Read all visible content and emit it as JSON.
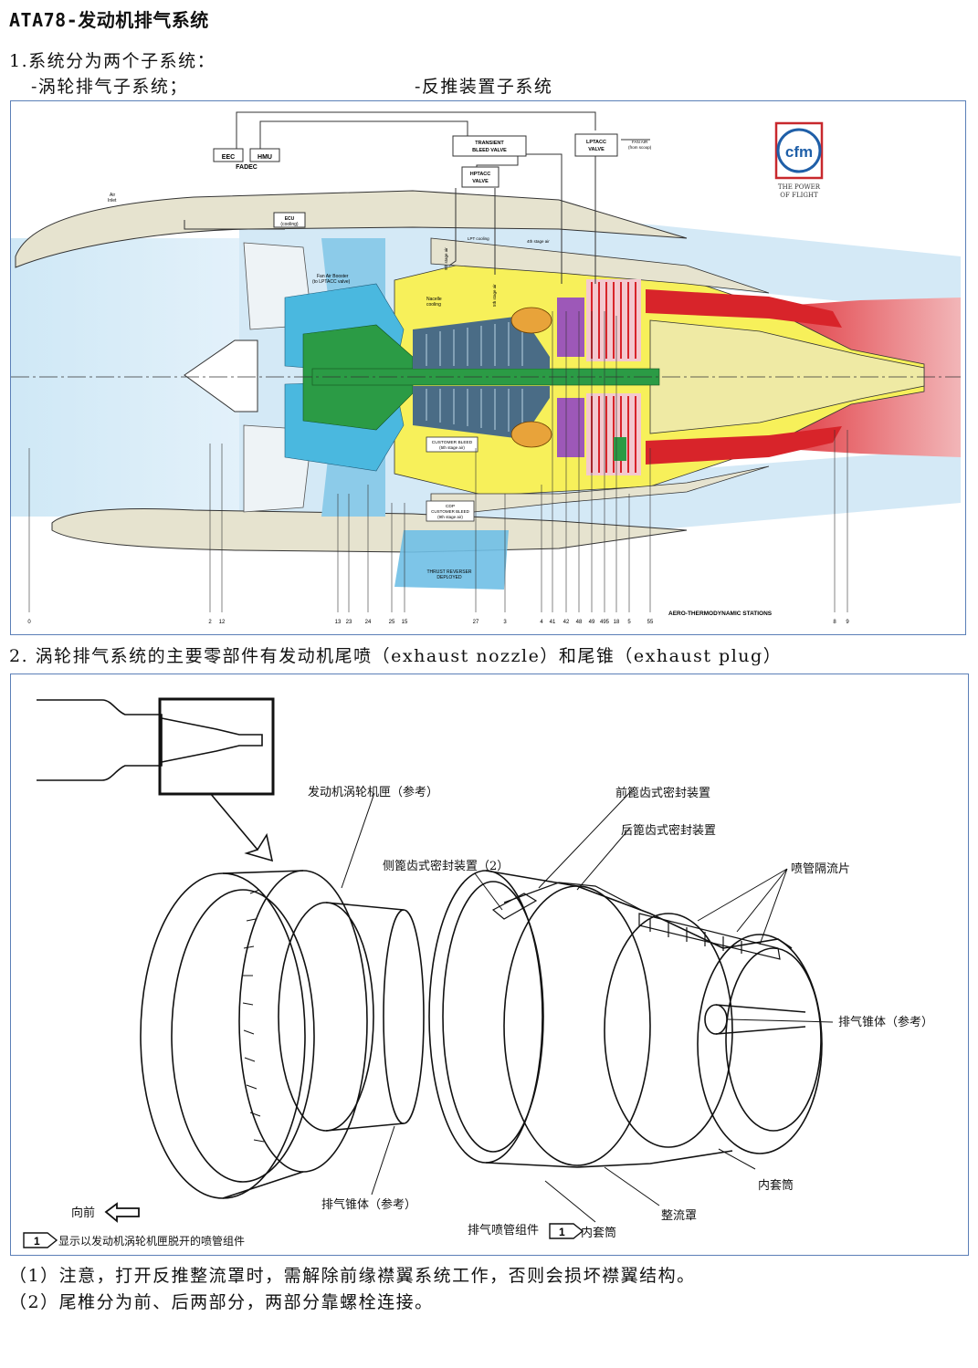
{
  "header": {
    "title": "ATA78-发动机排气系统",
    "item1": "1.系统分为两个子系统：",
    "sub_a": "-涡轮排气子系统；",
    "sub_b": "-反推装置子系统"
  },
  "fig1": {
    "boxes": {
      "eec": "EEC",
      "hmu": "HMU",
      "fadec": "FADEC",
      "tbv1": "TRANSIENT",
      "tbv2": "BLEED VALVE",
      "hptacc1": "HPTACC",
      "hptacc2": "VALVE",
      "lptacc1": "LPTACC",
      "lptacc2": "VALVE",
      "fanair1": "FAN AIR",
      "fanair2": "(from scoop)",
      "ecu1": "ECU",
      "ecu2": "(cooling)",
      "airinlet1": "Air",
      "airinlet2": "Inlet",
      "custbleed1": "CUSTOMER BLEED",
      "custbleed2": "(5th stage air)",
      "cdp1": "CDP",
      "cdp2": "CUSTOMER BLEED",
      "cdp3": "(9th stage air)",
      "reverser1": "THRUST REVERSER",
      "reverser2": "DEPLOYED",
      "fanairboost1": "Fan Air Booster",
      "fanairboost2": "(to LPTACC valve)",
      "nacelle1": "Nacelle",
      "nacelle2": "cooling",
      "lptcooling": "LPT cooling",
      "stage4": "4th stage air",
      "stage9": "9th stage air",
      "stage5": "5th stage air"
    },
    "logo": {
      "brand": "cfm",
      "tag1": "THE POWER",
      "tag2": "OF FLIGHT"
    },
    "stations_label": "AERO-THERMODYNAMIC STATIONS",
    "stations": [
      "0",
      "2",
      "12",
      "13",
      "23",
      "24",
      "25",
      "15",
      "27",
      "3",
      "4",
      "41",
      "42",
      "48",
      "49",
      "495",
      "18",
      "5",
      "55",
      "8",
      "9"
    ]
  },
  "item2": "2. 涡轮排气系统的主要零部件有发动机尾喷（exhaust nozzle）和尾锥（exhaust plug）",
  "fig2": {
    "labels": {
      "turbine_case": "发动机涡轮机匣（参考）",
      "front_seal": "前篦齿式密封装置",
      "rear_seal": "后篦齿式密封装置",
      "side_seal": "侧篦齿式密封装置（2）",
      "baffles": "喷管隔流片",
      "plug_ref_right": "排气锥体（参考）",
      "forward": "向前",
      "plug_ref_bottom": "排气锥体（参考）",
      "inner_sleeve_right": "内套筒",
      "fairing": "整流罩",
      "inner_sleeve_bottom": "内套筒",
      "assembly": "排气喷管组件",
      "note_num": "1",
      "note_text": "显示以发动机涡轮机匣脱开的喷管组件",
      "assembly_num": "1"
    }
  },
  "notes": {
    "n1": "（1）注意，打开反推整流罩时，需解除前缘襟翼系统工作，否则会损坏襟翼结构。",
    "n2": "（2）尾椎分为前、后两部分，两部分靠螺栓连接。"
  },
  "colors": {
    "border": "#5b7fb7",
    "nacelle": "#e6e3cf",
    "fan_air": "#bfe0f2",
    "core_yellow": "#f7f05a",
    "exhaust_red": "#d8242a",
    "low_spool_green": "#2b9b45",
    "hp_compressor": "#4ab8df",
    "cfm_red": "#c8282d",
    "cfm_blue": "#1f5fa8"
  }
}
